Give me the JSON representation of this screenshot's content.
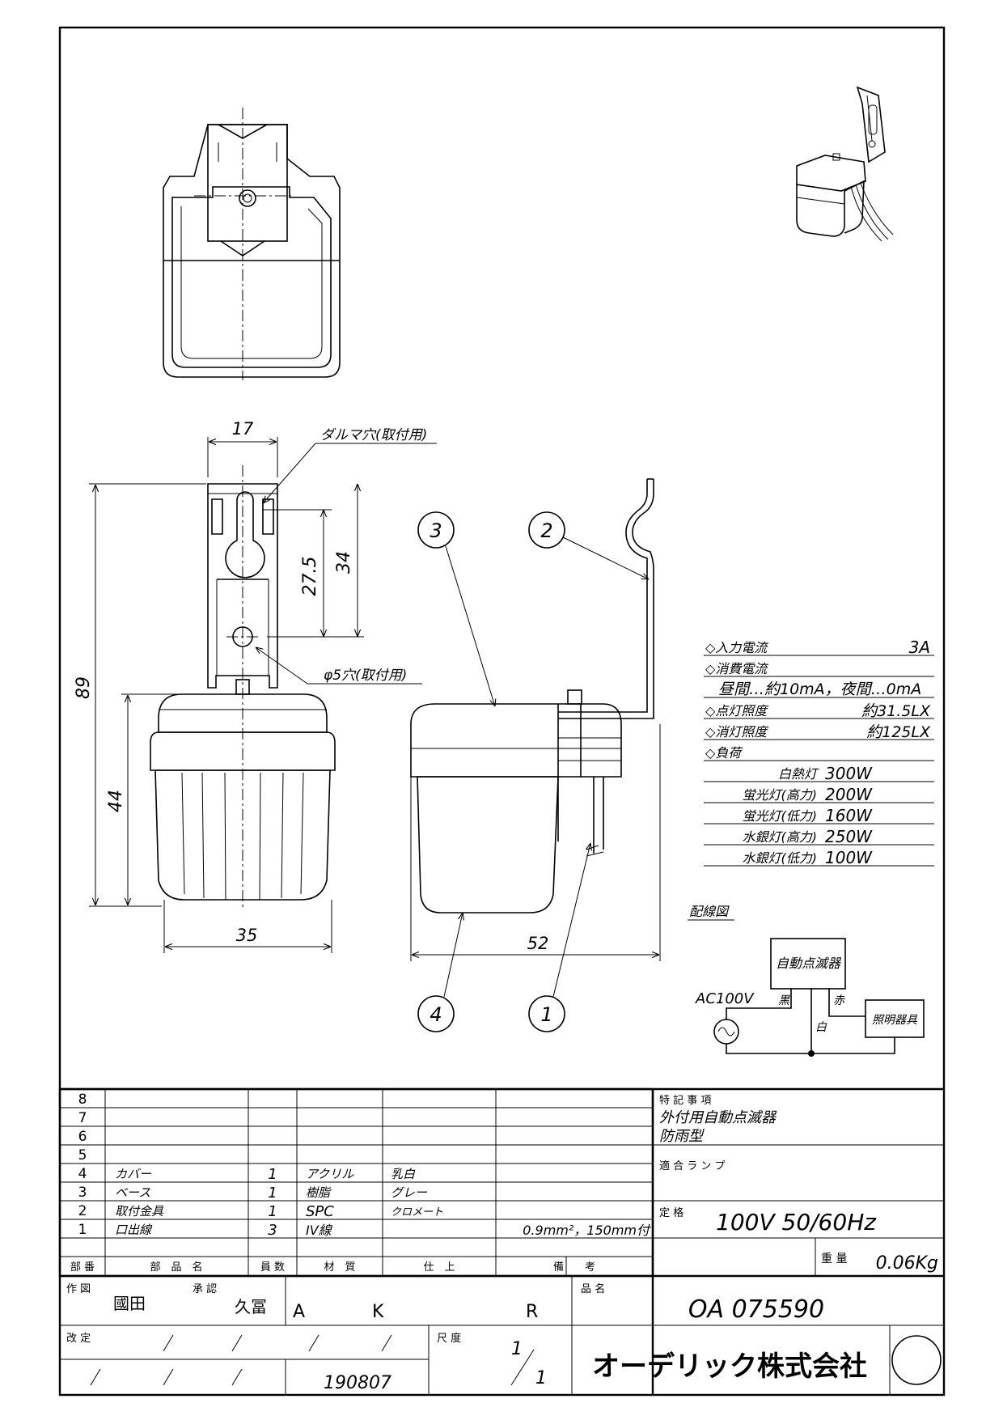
{
  "labels": {
    "daruma_hole": "ダルマ穴(取付用)",
    "phi5_hole": "φ5穴(取付用)",
    "wiring_title": "配線図"
  },
  "dimensions": {
    "w17": "17",
    "h34": "34",
    "h27_5": "27.5",
    "h89": "89",
    "h44": "44",
    "w35": "35",
    "w52": "52"
  },
  "balloons": [
    "1",
    "2",
    "3",
    "4"
  ],
  "specs": {
    "input_current_label": "◇入力電流",
    "input_current_value": "3A",
    "consumption_label": "◇消費電流",
    "consumption_value": "昼間…約10mA，夜間…0mA",
    "on_lux_label": "◇点灯照度",
    "on_lux_value": "約31.5LX",
    "off_lux_label": "◇消灯照度",
    "off_lux_value": "約125LX",
    "load_label": "◇負荷",
    "loads": [
      {
        "name": "白熱灯",
        "value": "300W"
      },
      {
        "name": "蛍光灯(高力)",
        "value": "200W"
      },
      {
        "name": "蛍光灯(低力)",
        "value": "160W"
      },
      {
        "name": "水銀灯(高力)",
        "value": "250W"
      },
      {
        "name": "水銀灯(低力)",
        "value": "100W"
      }
    ]
  },
  "wiring": {
    "device": "自動点滅器",
    "source": "AC100V",
    "black": "黒",
    "red": "赤",
    "white": "白",
    "fixture": "照明器具"
  },
  "parts": {
    "rows": [
      {
        "no": "8",
        "name": "",
        "qty": "",
        "material": "",
        "finish": "",
        "remarks": ""
      },
      {
        "no": "7",
        "name": "",
        "qty": "",
        "material": "",
        "finish": "",
        "remarks": ""
      },
      {
        "no": "6",
        "name": "",
        "qty": "",
        "material": "",
        "finish": "",
        "remarks": ""
      },
      {
        "no": "5",
        "name": "",
        "qty": "",
        "material": "",
        "finish": "",
        "remarks": ""
      },
      {
        "no": "4",
        "name": "カバー",
        "qty": "1",
        "material": "アクリル",
        "finish": "乳白",
        "remarks": ""
      },
      {
        "no": "3",
        "name": "ベース",
        "qty": "1",
        "material": "樹脂",
        "finish": "グレー",
        "remarks": ""
      },
      {
        "no": "2",
        "name": "取付金具",
        "qty": "1",
        "material": "SPC",
        "finish": "クロメート",
        "remarks": ""
      },
      {
        "no": "1",
        "name": "口出線",
        "qty": "3",
        "material": "IV線",
        "finish": "",
        "remarks": "0.9mm²，150mm付"
      }
    ],
    "header": {
      "no": "部 番",
      "name": "部　品　名",
      "qty": "員 数",
      "material": "材　質",
      "finish": "仕　上",
      "remarks": "備　　考"
    }
  },
  "notes": {
    "special_label": "特 記 事 項",
    "special_line1": "外付用自動点滅器",
    "special_line2": "防雨型",
    "lamp_label": "適 合 ラ ン プ",
    "rating_label": "定 格",
    "rating_value": "100V 50/60Hz",
    "weight_label": "重 量",
    "weight_value": "0.06Kg"
  },
  "title_block": {
    "drawn_label": "作 図",
    "drawn_by": "國田",
    "approved_label": "承 認",
    "approved_by": "久冨",
    "grade_a": "A",
    "grade_k": "K",
    "grade_r": "R",
    "product_label": "品 名",
    "product_code": "OA 075590",
    "revision_label": "改 定",
    "date": "190807",
    "scale_label": "尺 度",
    "scale_num": "1",
    "scale_den": "1",
    "company": "オーデリック株式会社"
  }
}
